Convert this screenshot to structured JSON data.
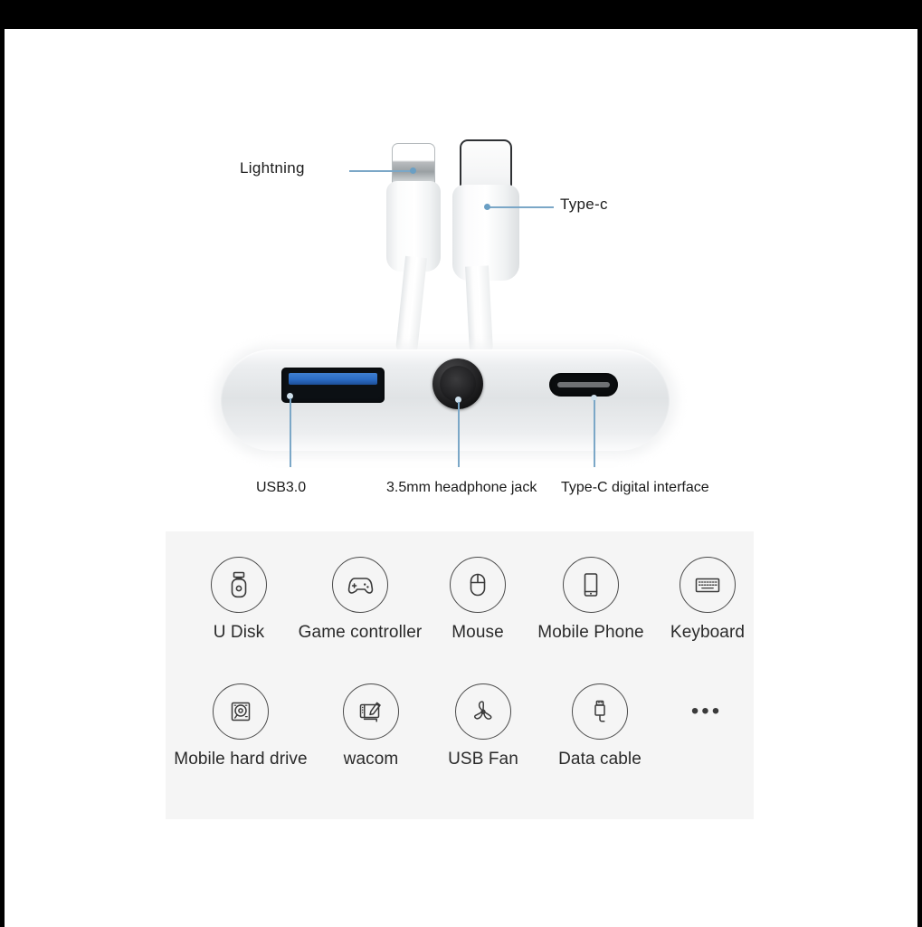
{
  "cable": {
    "connectors": [
      {
        "label": "Lightning",
        "icon": "lightning-connector"
      },
      {
        "label": "Type-c",
        "icon": "usb-c-connector"
      }
    ]
  },
  "adapter": {
    "ports": [
      {
        "label": "USB3.0",
        "icon": "usb-a-port"
      },
      {
        "label": "3.5mm headphone jack",
        "icon": "headphone-jack-port"
      },
      {
        "label": "Type-C digital interface",
        "icon": "usb-c-port"
      }
    ]
  },
  "compatibility": {
    "rows": [
      [
        {
          "label": "U Disk",
          "icon": "usb-flash-drive-icon"
        },
        {
          "label": "Game controller",
          "icon": "gamepad-icon"
        },
        {
          "label": "Mouse",
          "icon": "mouse-icon"
        },
        {
          "label": "Mobile Phone",
          "icon": "smartphone-icon"
        },
        {
          "label": "Keyboard",
          "icon": "keyboard-icon"
        }
      ],
      [
        {
          "label": "Mobile hard drive",
          "icon": "hard-drive-icon"
        },
        {
          "label": "wacom",
          "icon": "drawing-tablet-icon"
        },
        {
          "label": "USB Fan",
          "icon": "fan-icon"
        },
        {
          "label": "Data cable",
          "icon": "usb-cable-icon"
        },
        {
          "label": "•••",
          "icon": "ellipsis-icon"
        }
      ]
    ]
  },
  "colors": {
    "leader_line": "#7ba7c7",
    "usb3_blue": "#2b6cc4",
    "panel_background": "#f5f5f5",
    "letterbox": "#000000"
  }
}
